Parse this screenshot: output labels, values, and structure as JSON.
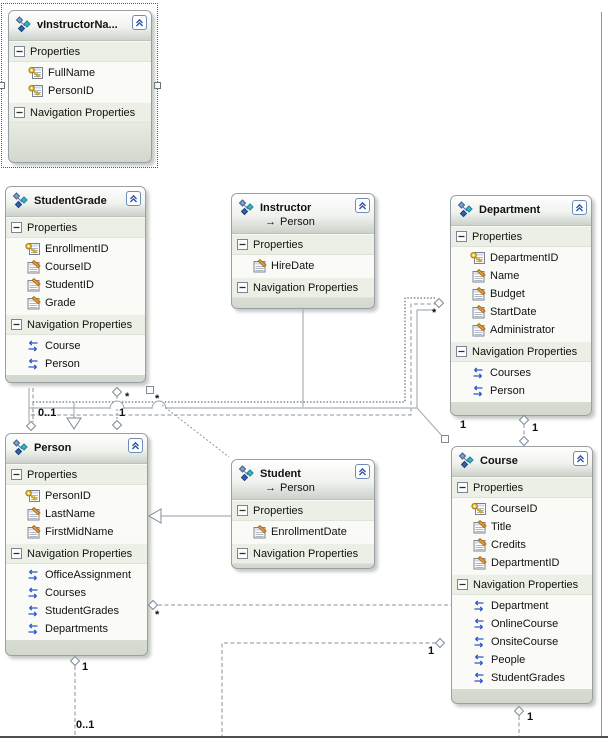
{
  "diagram": {
    "base_arrow": "→",
    "sections": {
      "properties": "Properties",
      "navigation": "Navigation Properties"
    },
    "entities": [
      {
        "title": "vInstructorNa...",
        "selected": true,
        "properties": [
          {
            "name": "FullName",
            "icon": "key"
          },
          {
            "name": "PersonID",
            "icon": "key"
          }
        ],
        "navigation_properties": []
      },
      {
        "title": "StudentGrade",
        "properties": [
          {
            "name": "EnrollmentID",
            "icon": "key"
          },
          {
            "name": "CourseID",
            "icon": "scalar"
          },
          {
            "name": "StudentID",
            "icon": "scalar"
          },
          {
            "name": "Grade",
            "icon": "scalar"
          }
        ],
        "navigation_properties": [
          {
            "name": "Course"
          },
          {
            "name": "Person"
          }
        ]
      },
      {
        "title": "Instructor",
        "base_type": "Person",
        "properties": [
          {
            "name": "HireDate",
            "icon": "scalar"
          }
        ],
        "navigation_properties": []
      },
      {
        "title": "Department",
        "properties": [
          {
            "name": "DepartmentID",
            "icon": "key"
          },
          {
            "name": "Name",
            "icon": "scalar"
          },
          {
            "name": "Budget",
            "icon": "scalar"
          },
          {
            "name": "StartDate",
            "icon": "scalar"
          },
          {
            "name": "Administrator",
            "icon": "scalar"
          }
        ],
        "navigation_properties": [
          {
            "name": "Courses"
          },
          {
            "name": "Person"
          }
        ]
      },
      {
        "title": "Person",
        "properties": [
          {
            "name": "PersonID",
            "icon": "key"
          },
          {
            "name": "LastName",
            "icon": "scalar"
          },
          {
            "name": "FirstMidName",
            "icon": "scalar"
          }
        ],
        "navigation_properties": [
          {
            "name": "OfficeAssignment"
          },
          {
            "name": "Courses"
          },
          {
            "name": "StudentGrades"
          },
          {
            "name": "Departments"
          }
        ]
      },
      {
        "title": "Student",
        "base_type": "Person",
        "properties": [
          {
            "name": "EnrollmentDate",
            "icon": "scalar"
          }
        ],
        "navigation_properties": []
      },
      {
        "title": "Course",
        "properties": [
          {
            "name": "CourseID",
            "icon": "key"
          },
          {
            "name": "Title",
            "icon": "scalar"
          },
          {
            "name": "Credits",
            "icon": "scalar"
          },
          {
            "name": "DepartmentID",
            "icon": "scalar"
          }
        ],
        "navigation_properties": [
          {
            "name": "Department"
          },
          {
            "name": "OnlineCourse"
          },
          {
            "name": "OnsiteCourse"
          },
          {
            "name": "People"
          },
          {
            "name": "StudentGrades"
          }
        ]
      }
    ],
    "multiplicity_labels": [
      {
        "text": "0..1"
      },
      {
        "text": "1"
      },
      {
        "text": "*"
      },
      {
        "text": "*"
      },
      {
        "text": "*"
      },
      {
        "text": "1"
      },
      {
        "text": "1"
      },
      {
        "text": "*"
      },
      {
        "text": "1"
      },
      {
        "text": "0..1"
      },
      {
        "text": "1"
      },
      {
        "text": "1"
      }
    ],
    "colors": {
      "entity_border": "#98a0a6",
      "section_bg": "#ecefe6",
      "selection_blue": "#2d55a5",
      "connector_gray": "#8893a2",
      "key_gold": "#f3c73f",
      "nav_blue": "#2d55c8",
      "scalar_orange": "#efa23d"
    }
  }
}
